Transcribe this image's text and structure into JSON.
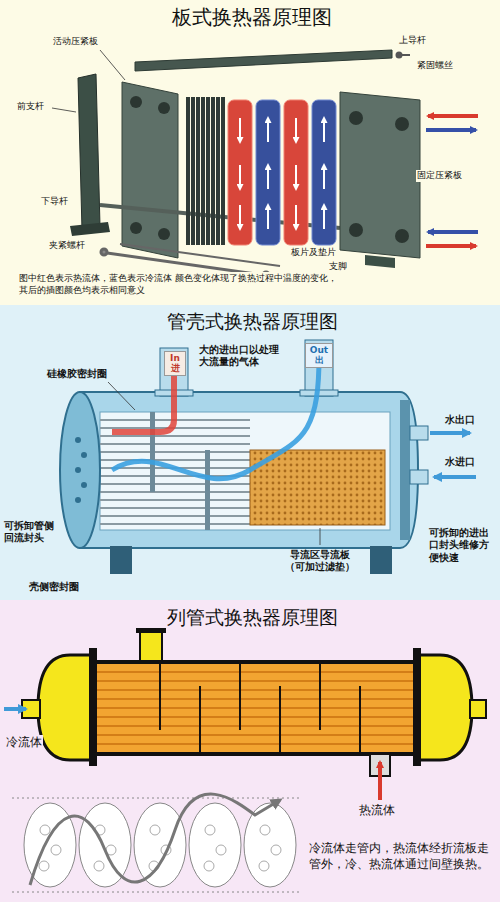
{
  "diagram": {
    "title": "板式换热器原理图",
    "labels": [
      "活动压紧板",
      "上导杆",
      "紧固螺丝",
      "前支杆",
      "固定压紧板",
      "下导杆",
      "夹紧螺杆",
      "板片及垫片",
      "支脚",
      "图中红色表示热流体，蓝色表示冷流体 颜色变化体现了换热过程中温度的变化，其后的插图颜色均表示相同意义",
      "管壳式换热器原理图",
      "In 进",
      "Out 出",
      "大的进出口以处理 大流量的气体",
      "硅橡胶密封圈",
      "水出口",
      "水进口",
      "可拆卸管侧 回流封头",
      "导流区导流板 （可加过滤垫）",
      "可拆卸的进出 口封头维修方 便快速",
      "壳侧密封圈",
      "列管式换热器原理图",
      "冷流体",
      "热流体",
      "冷流体走管内，热流体经折流板走管外，冷、热流体通过间壁换热。"
    ]
  }
}
